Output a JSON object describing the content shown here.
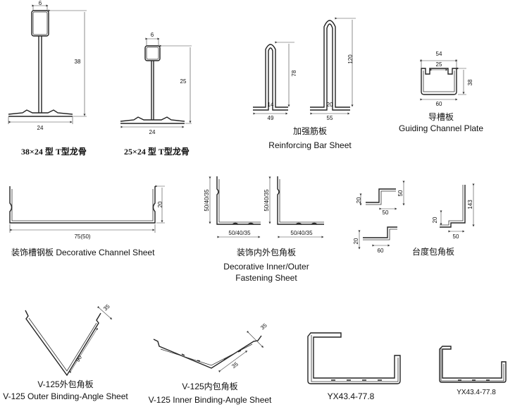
{
  "tee_38": {
    "caption": "38×24 型 T型龙骨",
    "dims": {
      "top": "6",
      "height": "38",
      "base": "24"
    }
  },
  "tee_25": {
    "caption": "25×24 型 T型龙骨",
    "dims": {
      "top": "6",
      "height": "25",
      "base": "24"
    }
  },
  "reinforcing": {
    "caption_cn": "加强筋板",
    "caption_en": "Reinforcing Bar Sheet",
    "dims": {
      "h1": "78",
      "h2": "120",
      "w1a": "14",
      "w1b": "49",
      "w2a": "20",
      "w2b": "55"
    }
  },
  "guiding": {
    "caption_cn": "导槽板",
    "caption_en": "Guiding Channel Plate",
    "dims": {
      "top": "54",
      "inner": "25",
      "bottom": "60",
      "height": "38"
    }
  },
  "decorative_channel": {
    "caption": "装饰槽钢板 Decorative Channel Sheet",
    "dims": {
      "height": "20",
      "width": "75(50)"
    }
  },
  "fastening": {
    "caption_cn": "装饰内外包角板",
    "caption_en1": "Decorative Inner/Outer",
    "caption_en2": "Fastening Sheet",
    "dims": {
      "h_left": "50/40/35",
      "w_left": "50/40/35",
      "h_right": "50/40/35",
      "w_right": "50/40/35"
    }
  },
  "counter": {
    "caption": "台度包角板",
    "dims": {
      "a_h1": "20",
      "a_w": "50",
      "a_h2": "50",
      "b_h1": "20",
      "b_w": "60",
      "c_h": "143",
      "c_h2": "20",
      "c_w": "50"
    }
  },
  "v_outer": {
    "caption_cn": "V-125外包角板",
    "caption_en": "V-125 Outer Binding-Angle Sheet",
    "dims": {
      "side": "35",
      "long": "90"
    }
  },
  "v_inner": {
    "caption_cn": "V-125内包角板",
    "caption_en": "V-125 Inner Binding-Angle Sheet",
    "dims": {
      "side": "35",
      "long": "35"
    }
  },
  "yx_large": {
    "caption": "YX43.4-77.8"
  },
  "yx_small": {
    "caption": "YX43.4-77.8"
  }
}
